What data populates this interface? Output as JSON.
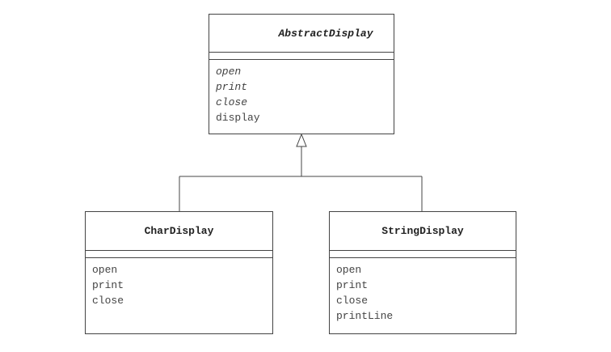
{
  "diagram": {
    "classes": [
      {
        "id": "abstract-display",
        "name": "AbstractDisplay",
        "abstract": true,
        "operations": [
          {
            "name": "open",
            "abstract": true
          },
          {
            "name": "print",
            "abstract": true
          },
          {
            "name": "close",
            "abstract": true
          },
          {
            "name": "display",
            "abstract": false
          }
        ]
      },
      {
        "id": "char-display",
        "name": "CharDisplay",
        "abstract": false,
        "operations": [
          {
            "name": "open",
            "abstract": false
          },
          {
            "name": "print",
            "abstract": false
          },
          {
            "name": "close",
            "abstract": false
          }
        ]
      },
      {
        "id": "string-display",
        "name": "StringDisplay",
        "abstract": false,
        "operations": [
          {
            "name": "open",
            "abstract": false
          },
          {
            "name": "print",
            "abstract": false
          },
          {
            "name": "close",
            "abstract": false
          },
          {
            "name": "printLine",
            "abstract": false
          }
        ]
      }
    ],
    "relationships": [
      {
        "type": "generalization",
        "from": "CharDisplay",
        "to": "AbstractDisplay"
      },
      {
        "type": "generalization",
        "from": "StringDisplay",
        "to": "AbstractDisplay"
      }
    ],
    "colors": {
      "line": "#444444",
      "text": "#333333",
      "background": "#ffffff"
    }
  }
}
